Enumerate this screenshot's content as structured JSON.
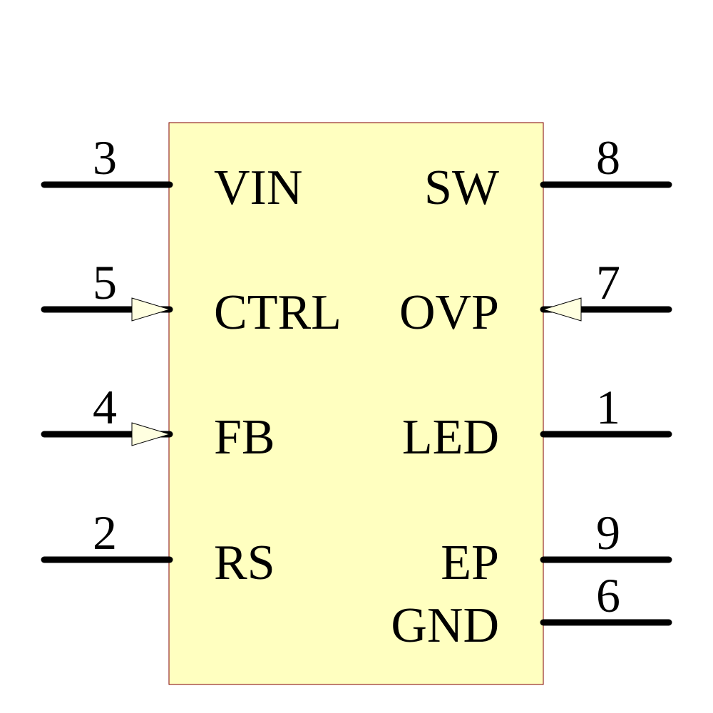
{
  "component": {
    "body_fill": "#ffffc0",
    "body_stroke": "#800000",
    "line_color": "#000000",
    "arrow_fill": "#ffffe0"
  },
  "left_pins": [
    {
      "number": "3",
      "name": "VIN",
      "input_arrow": false
    },
    {
      "number": "5",
      "name": "CTRL",
      "input_arrow": true
    },
    {
      "number": "4",
      "name": "FB",
      "input_arrow": true
    },
    {
      "number": "2",
      "name": "RS",
      "input_arrow": false
    }
  ],
  "right_pins": [
    {
      "number": "8",
      "name": "SW",
      "input_arrow": false
    },
    {
      "number": "7",
      "name": "OVP",
      "input_arrow": true
    },
    {
      "number": "1",
      "name": "LED",
      "input_arrow": false
    },
    {
      "number": "9",
      "name": "EP",
      "input_arrow": false
    },
    {
      "number": "6",
      "name": "GND",
      "input_arrow": false
    }
  ]
}
